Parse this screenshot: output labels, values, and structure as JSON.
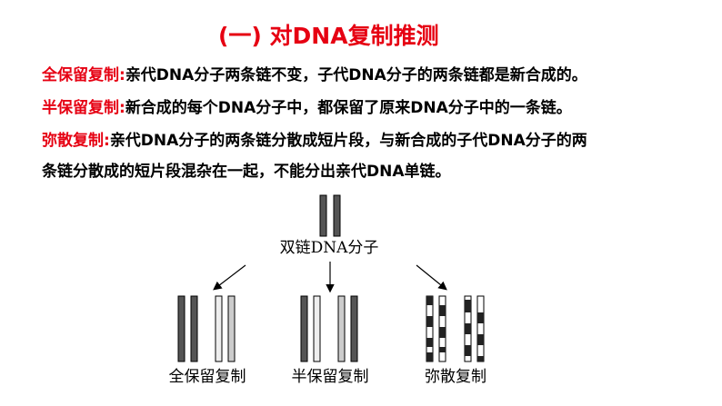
{
  "title": "(一) 对DNA复制推测",
  "definitions": [
    {
      "term": "全保留复制:",
      "text": "亲代DNA分子两条链不变，子代DNA分子的两条链都是新合成的。"
    },
    {
      "term": "半保留复制:",
      "text": "新合成的每个DNA分子中，都保留了原来DNA分子中的一条链。"
    },
    {
      "term": "弥散复制:",
      "text": "亲代DNA分子的两条链分散成短片段，与新合成的子代DNA分子的两",
      "text2": "条链分散成的短片段混杂在一起，不能分出亲代DNA单链。"
    }
  ],
  "diagram": {
    "parent_label": "双链DNA分子",
    "children": [
      "全保留复制",
      "半保留复制",
      "弥散复制"
    ]
  }
}
